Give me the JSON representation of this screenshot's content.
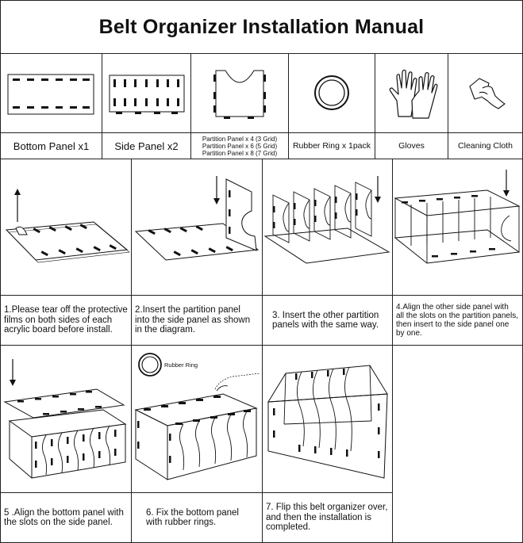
{
  "title": "Belt Organizer Installation Manual",
  "parts": [
    {
      "name": "Bottom Panel x1",
      "icon": "bottom-panel-icon"
    },
    {
      "name": "Side Panel x2",
      "icon": "side-panel-icon"
    },
    {
      "name_lines": [
        "Partition Panel x 4 (3 Grid)",
        "Partition Panel x 6 (5 Grid)",
        "Partition Panel x 8 (7 Grid)"
      ],
      "icon": "partition-panel-icon"
    },
    {
      "name": "Rubber Ring x 1pack",
      "icon": "rubber-ring-icon"
    },
    {
      "name": "Gloves",
      "icon": "gloves-icon"
    },
    {
      "name": "Cleaning Cloth",
      "icon": "cleaning-cloth-icon"
    }
  ],
  "steps": [
    {
      "text": "1.Please tear off the protective\nfilms on both sides of each\nacrylic board before install."
    },
    {
      "text": "2.Insert the partition panel\ninto the side panel as shown\nin the diagram."
    },
    {
      "text": "3. Insert the other partition\npanels with the same way."
    },
    {
      "text": "4.Align the other side panel with\nall the slots on the partition panels,\nthen insert to the side panel one\nby one."
    },
    {
      "text": "5 .Align the bottom panel with\nthe slots on the side panel."
    },
    {
      "text": "6.  Fix the bottom panel\nwith rubber rings."
    },
    {
      "text": "7. Flip this belt organizer over,\nand then the installation is\ncompleted."
    }
  ],
  "callouts": {
    "rubber_ring": "Rubber Ring"
  }
}
